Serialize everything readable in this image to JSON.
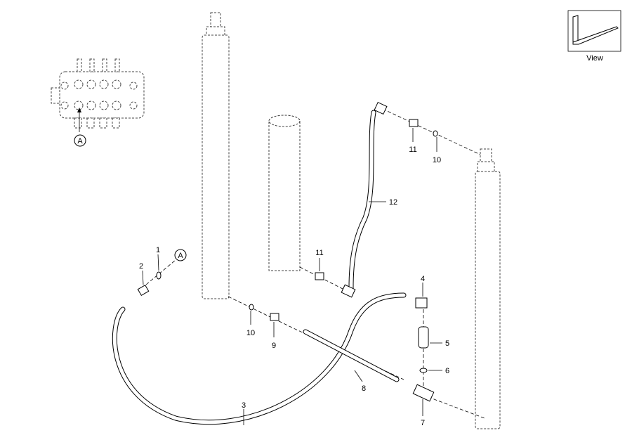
{
  "view_box": {
    "label": "View"
  },
  "callouts": {
    "ref_a_valve": "A",
    "ref_a_hose": "A",
    "p1": "1",
    "p2": "2",
    "p3": "3",
    "p4": "4",
    "p5": "5",
    "p6": "6",
    "p7": "7",
    "p8": "8",
    "p9": "9",
    "p10a": "10",
    "p10b": "10",
    "p11a": "11",
    "p11b": "11",
    "p12": "12"
  }
}
